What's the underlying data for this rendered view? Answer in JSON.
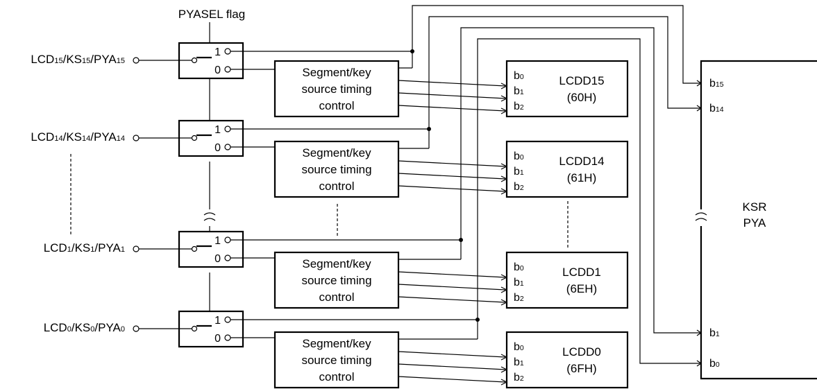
{
  "pyasel_label": "PYASEL flag",
  "switch_labels": {
    "one": "1",
    "zero": "0"
  },
  "timing_block_lines": [
    "Segment/key",
    "source timing",
    "control"
  ],
  "bit_labels": [
    {
      "base": "b",
      "sub": "0"
    },
    {
      "base": "b",
      "sub": "1"
    },
    {
      "base": "b",
      "sub": "2"
    }
  ],
  "pins": [
    {
      "lcd": "LCD",
      "lcd_sub": "15",
      "ks": "KS",
      "ks_sub": "15",
      "pya": "PYA",
      "pya_sub": "15",
      "register": "LCDD15",
      "address": "(60H)"
    },
    {
      "lcd": "LCD",
      "lcd_sub": "14",
      "ks": "KS",
      "ks_sub": "14",
      "pya": "PYA",
      "pya_sub": "14",
      "register": "LCDD14",
      "address": "(61H)"
    },
    {
      "lcd": "LCD",
      "lcd_sub": "1",
      "ks": "KS",
      "ks_sub": "1",
      "pya": "PYA",
      "pya_sub": "1",
      "register": "LCDD1",
      "address": "(6EH)"
    },
    {
      "lcd": "LCD",
      "lcd_sub": "0",
      "ks": "KS",
      "ks_sub": "0",
      "pya": "PYA",
      "pya_sub": "0",
      "register": "LCDD0",
      "address": "(6FH)"
    }
  ],
  "ksr_block": {
    "title_line1": "KSR",
    "title_line2": "PYA",
    "inputs": [
      {
        "base": "b",
        "sub": "15"
      },
      {
        "base": "b",
        "sub": "14"
      },
      {
        "base": "b",
        "sub": "1"
      },
      {
        "base": "b",
        "sub": "0"
      }
    ]
  }
}
